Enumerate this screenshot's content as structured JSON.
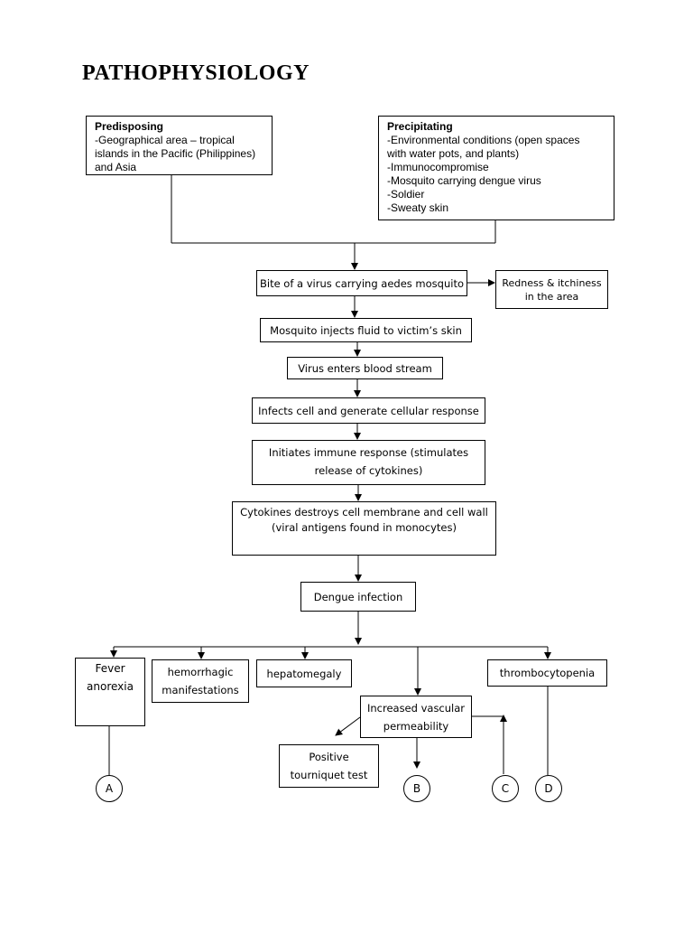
{
  "title": "PATHOPHYSIOLOGY",
  "predisposing": {
    "heading": "Predisposing",
    "lines": [
      "-Geographical area – tropical",
      "islands in the Pacific (Philippines)",
      "and Asia"
    ]
  },
  "precipitating": {
    "heading": "Precipitating",
    "lines": [
      "-Environmental conditions (open spaces",
      "with water pots, and plants)",
      "-Immunocompromise",
      "-Mosquito carrying dengue virus",
      "-Soldier",
      "-Sweaty skin"
    ]
  },
  "chain": {
    "bite": "Bite of a virus carrying aedes mosquito",
    "redness": [
      "Redness & itchiness",
      "in the area"
    ],
    "injects": "Mosquito injects fluid to victim’s skin",
    "virus": "Virus enters blood stream",
    "infects": "Infects cell and generate cellular response",
    "immune": [
      "Initiates immune response (stimulates",
      "release of cytokines)"
    ],
    "cytokines": [
      "Cytokines destroys cell membrane and cell wall",
      "(viral antigens found in monocytes)"
    ],
    "dengue": "Dengue infection"
  },
  "branches": {
    "fever": [
      "Fever",
      "anorexia"
    ],
    "hemorrhagic": [
      "hemorrhagic",
      "manifestations"
    ],
    "hepatomegaly": "hepatomegaly",
    "thrombocytopenia": "thrombocytopenia",
    "vascular": [
      "Increased vascular",
      "permeability"
    ],
    "tourniquet": [
      "Positive",
      "tourniquet test"
    ]
  },
  "connectors": {
    "a": "A",
    "b": "B",
    "c": "C",
    "d": "D"
  }
}
